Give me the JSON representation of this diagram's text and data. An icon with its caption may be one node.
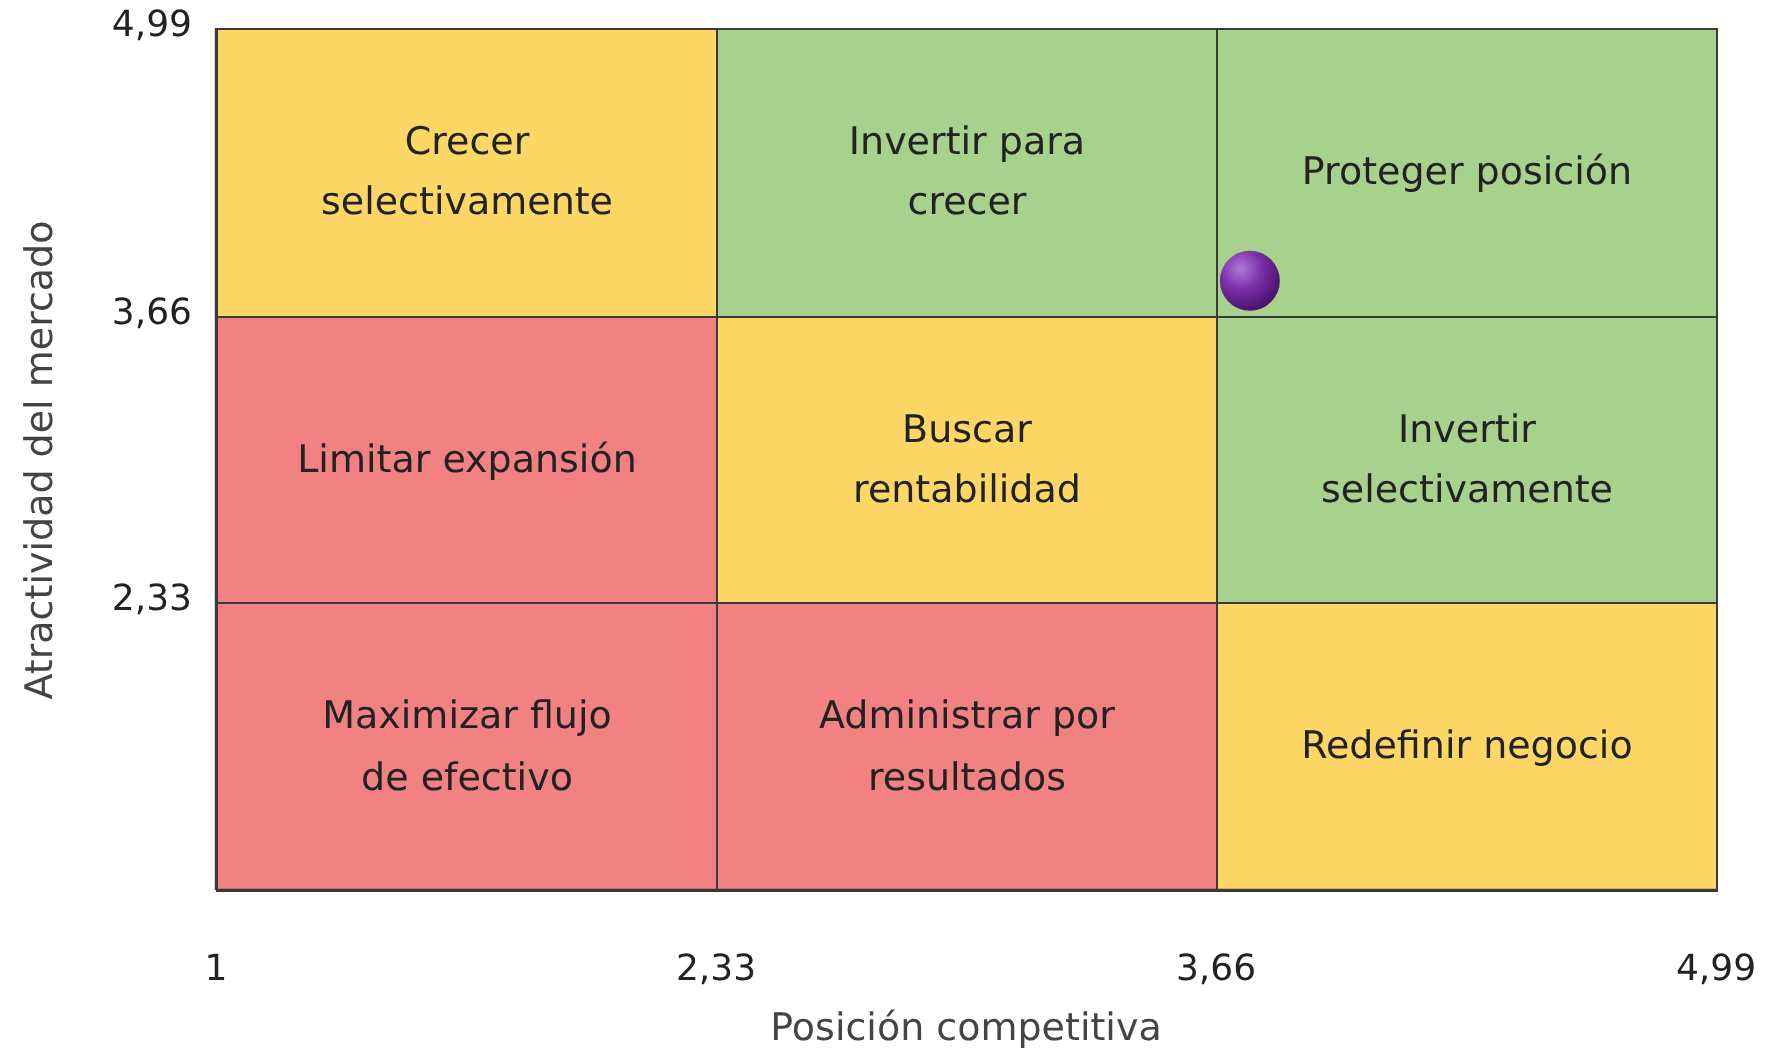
{
  "diagram": {
    "nodes": [
      {
        "text": [
          "Crecer selectivamente"
        ]
      },
      {
        "text": [
          "Invertir para crecer"
        ]
      },
      {
        "text": [
          "Proteger posición"
        ]
      },
      {
        "text": [
          "Limitar expansión"
        ]
      },
      {
        "text": [
          "Buscar rentabilidad"
        ]
      },
      {
        "text": [
          "Invertir selectivamente"
        ]
      },
      {
        "text": [
          "Maximizar flujo de efectivo"
        ]
      },
      {
        "text": [
          "Administrar por resultados"
        ]
      },
      {
        "text": [
          "Redefinir negocio"
        ]
      }
    ],
    "chart_data": {
      "type": "scatter",
      "xlabel": "Posición competitiva",
      "ylabel": "Atractividad del mercado",
      "x": [
        3.75
      ],
      "values": [
        3.82
      ],
      "xlim": [
        1,
        4.99
      ],
      "ylim": [
        1,
        4.99
      ],
      "xticks": [
        {
          "value": 1,
          "label": "1"
        },
        {
          "value": 2.33,
          "label": "2,33"
        },
        {
          "value": 3.66,
          "label": "3,66"
        },
        {
          "value": 4.99,
          "label": "4,99"
        }
      ],
      "yticks": [
        {
          "value": 2.33,
          "label": "2,33"
        },
        {
          "value": 3.66,
          "label": "3,66"
        },
        {
          "value": 4.99,
          "label": "4,99"
        }
      ]
    }
  }
}
